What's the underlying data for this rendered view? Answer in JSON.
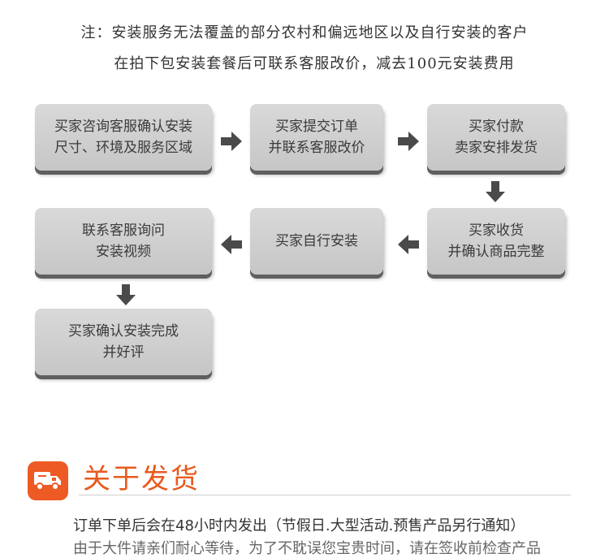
{
  "notice": {
    "line1": "注：安装服务无法覆盖的部分农村和偏远地区以及自行安装的客户",
    "line2": "在拍下包安装套餐后可联系客服改价，减去100元安装费用"
  },
  "flow": {
    "steps": [
      {
        "line1": "买家咨询客服确认安装",
        "line2": "尺寸、环境及服务区域"
      },
      {
        "line1": "买家提交订单",
        "line2": "并联系客服改价"
      },
      {
        "line1": "买家付款",
        "line2": "卖家安排发货"
      },
      {
        "line1": "买家收货",
        "line2": "并确认商品完整"
      },
      {
        "line1": "买家自行安装",
        "line2": ""
      },
      {
        "line1": "联系客服询问",
        "line2": "安装视频"
      },
      {
        "line1": "买家确认安装完成",
        "line2": "并好评"
      }
    ]
  },
  "section": {
    "icon": "delivery-truck-icon",
    "title": "关于发货",
    "accent": "#e85a1e",
    "body1": "订单下单后会在48小时内发出（节假日.大型活动.预售产品另行通知）",
    "body2": "由于大件请亲们耐心等待，为了不耽误您宝贵时间，请在签收前检查产品"
  }
}
